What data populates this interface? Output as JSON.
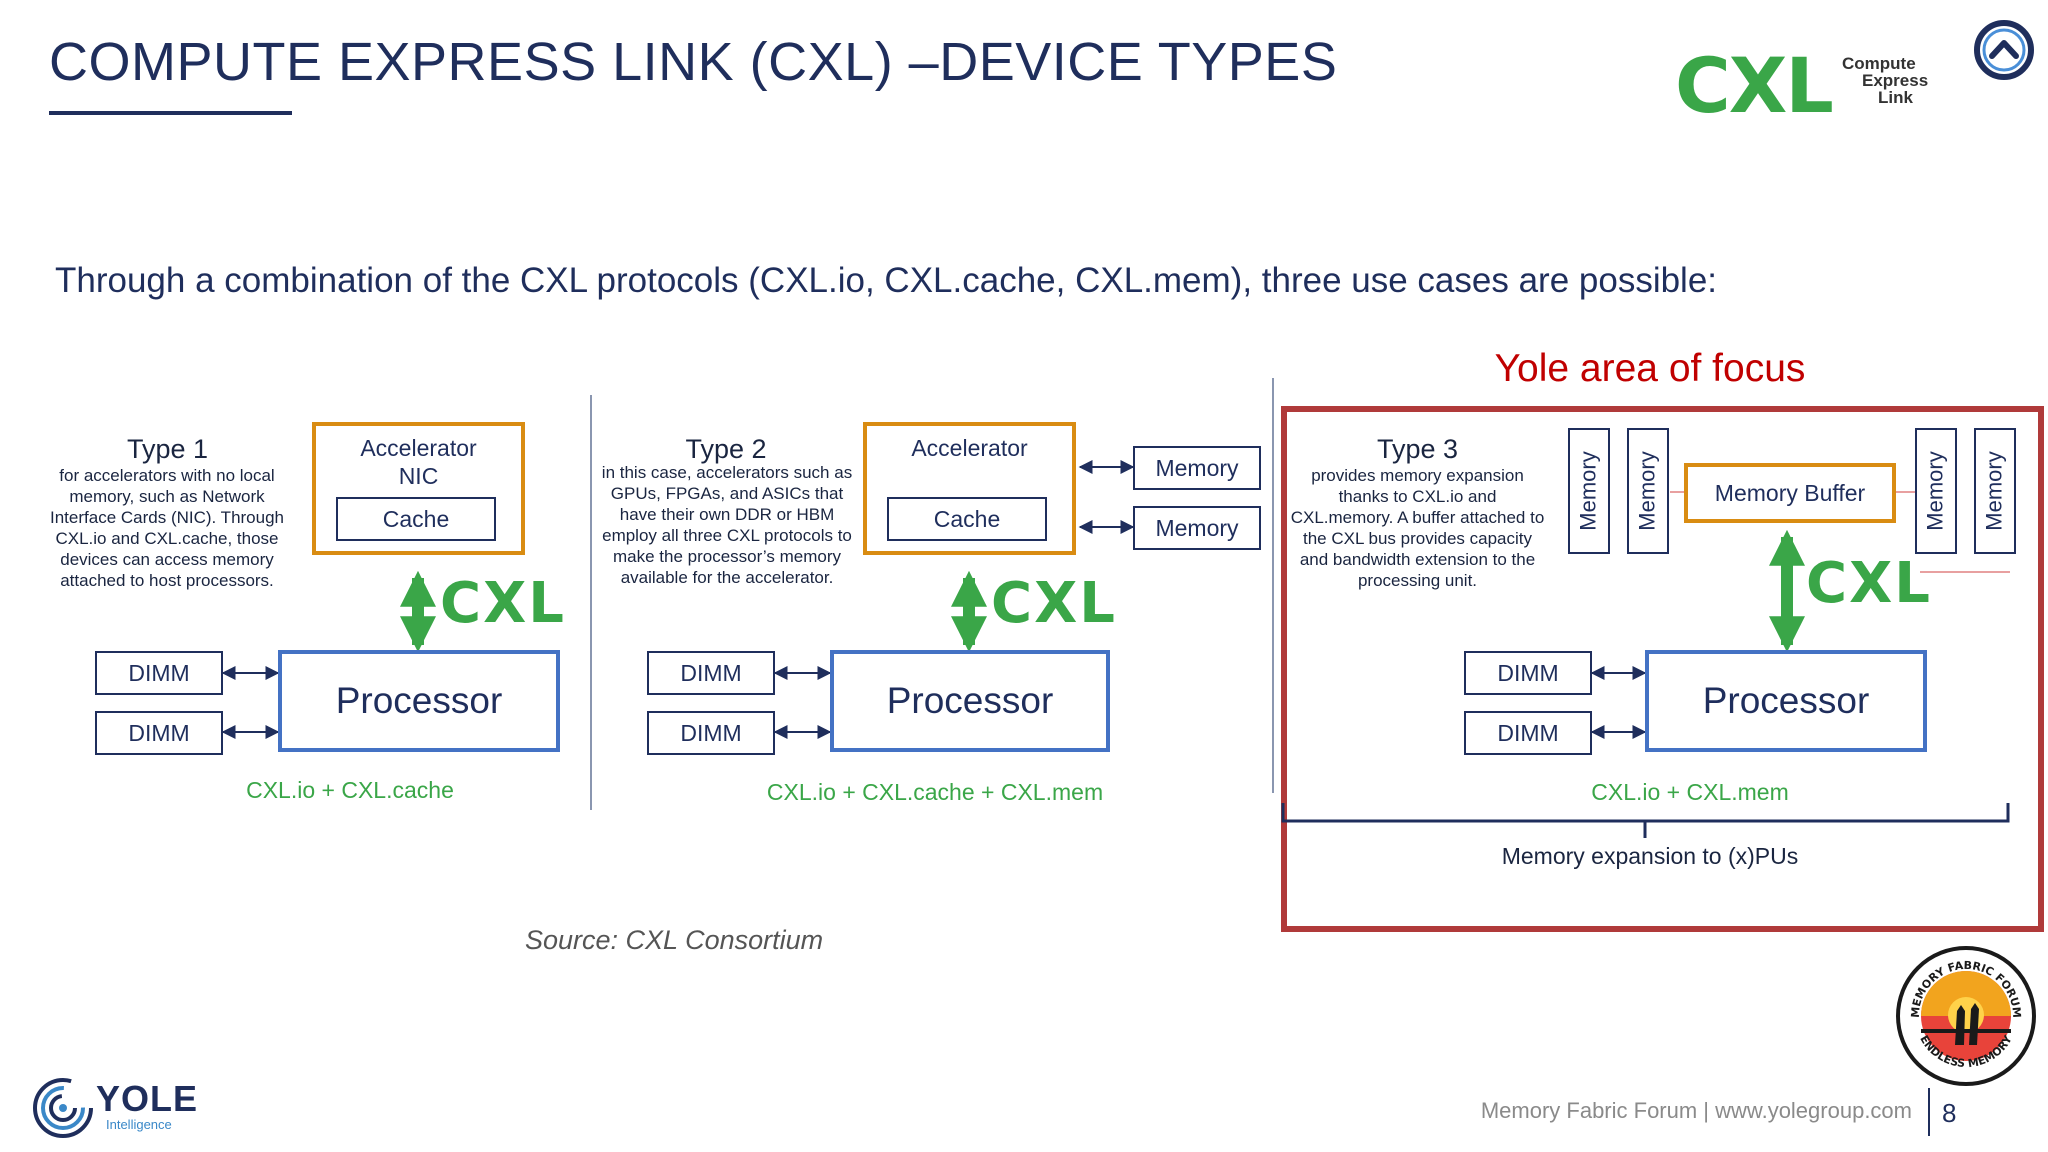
{
  "title": "COMPUTE EXPRESS LINK (CXL) –DEVICE TYPES",
  "subtitle": "Through a combination of the CXL protocols (CXL.io, CXL.cache, CXL.mem), three use cases are possible:",
  "focus_label": "Yole area of focus",
  "logo": {
    "cxl_text": "CXL",
    "line1": "Compute",
    "line2": "Express",
    "line3": "Link"
  },
  "cxl_mark": "CXL",
  "type1": {
    "title": "Type 1",
    "description": "for accelerators with no local memory, such as Network Interface Cards (NIC). Through CXL.io and CXL.cache, those devices can access memory attached to host processors.",
    "accelerator_label": "Accelerator NIC",
    "cache_label": "Cache",
    "dimm1": "DIMM",
    "dimm2": "DIMM",
    "processor": "Processor",
    "protocols": "CXL.io + CXL.cache"
  },
  "type2": {
    "title": "Type 2",
    "description": "in this case, accelerators such as GPUs, FPGAs, and ASICs that have their own DDR or HBM employ all three CXL protocols to make the processor’s memory available for the accelerator.",
    "accelerator_label": "Accelerator",
    "cache_label": "Cache",
    "memory1": "Memory",
    "memory2": "Memory",
    "dimm1": "DIMM",
    "dimm2": "DIMM",
    "processor": "Processor",
    "protocols": "CXL.io + CXL.cache + CXL.mem"
  },
  "type3": {
    "title": "Type 3",
    "description": "provides memory expansion thanks to CXL.io and CXL.memory. A buffer attached to the CXL bus provides capacity and bandwidth extension to the processing unit.",
    "memory_buffer": "Memory Buffer",
    "memory_vertical": [
      "Memory",
      "Memory",
      "Memory",
      "Memory"
    ],
    "dimm1": "DIMM",
    "dimm2": "DIMM",
    "processor": "Processor",
    "protocols": "CXL.io + CXL.mem",
    "memory_expansion": "Memory expansion to (x)PUs"
  },
  "source": "Source: CXL Consortium",
  "yole": {
    "name": "YOLE",
    "sub": "Intelligence"
  },
  "footer": "Memory Fabric Forum | www.yolegroup.com",
  "page_number": "8",
  "badge": {
    "top": "MEMORY FABRIC FORUM",
    "bottom": "ENDLESS MEMORY"
  },
  "colors": {
    "navy": "#1f2e5c",
    "green": "#3aa648",
    "orange": "#d98c12",
    "blue_box": "#4472c4",
    "focus_red": "#c00000"
  }
}
